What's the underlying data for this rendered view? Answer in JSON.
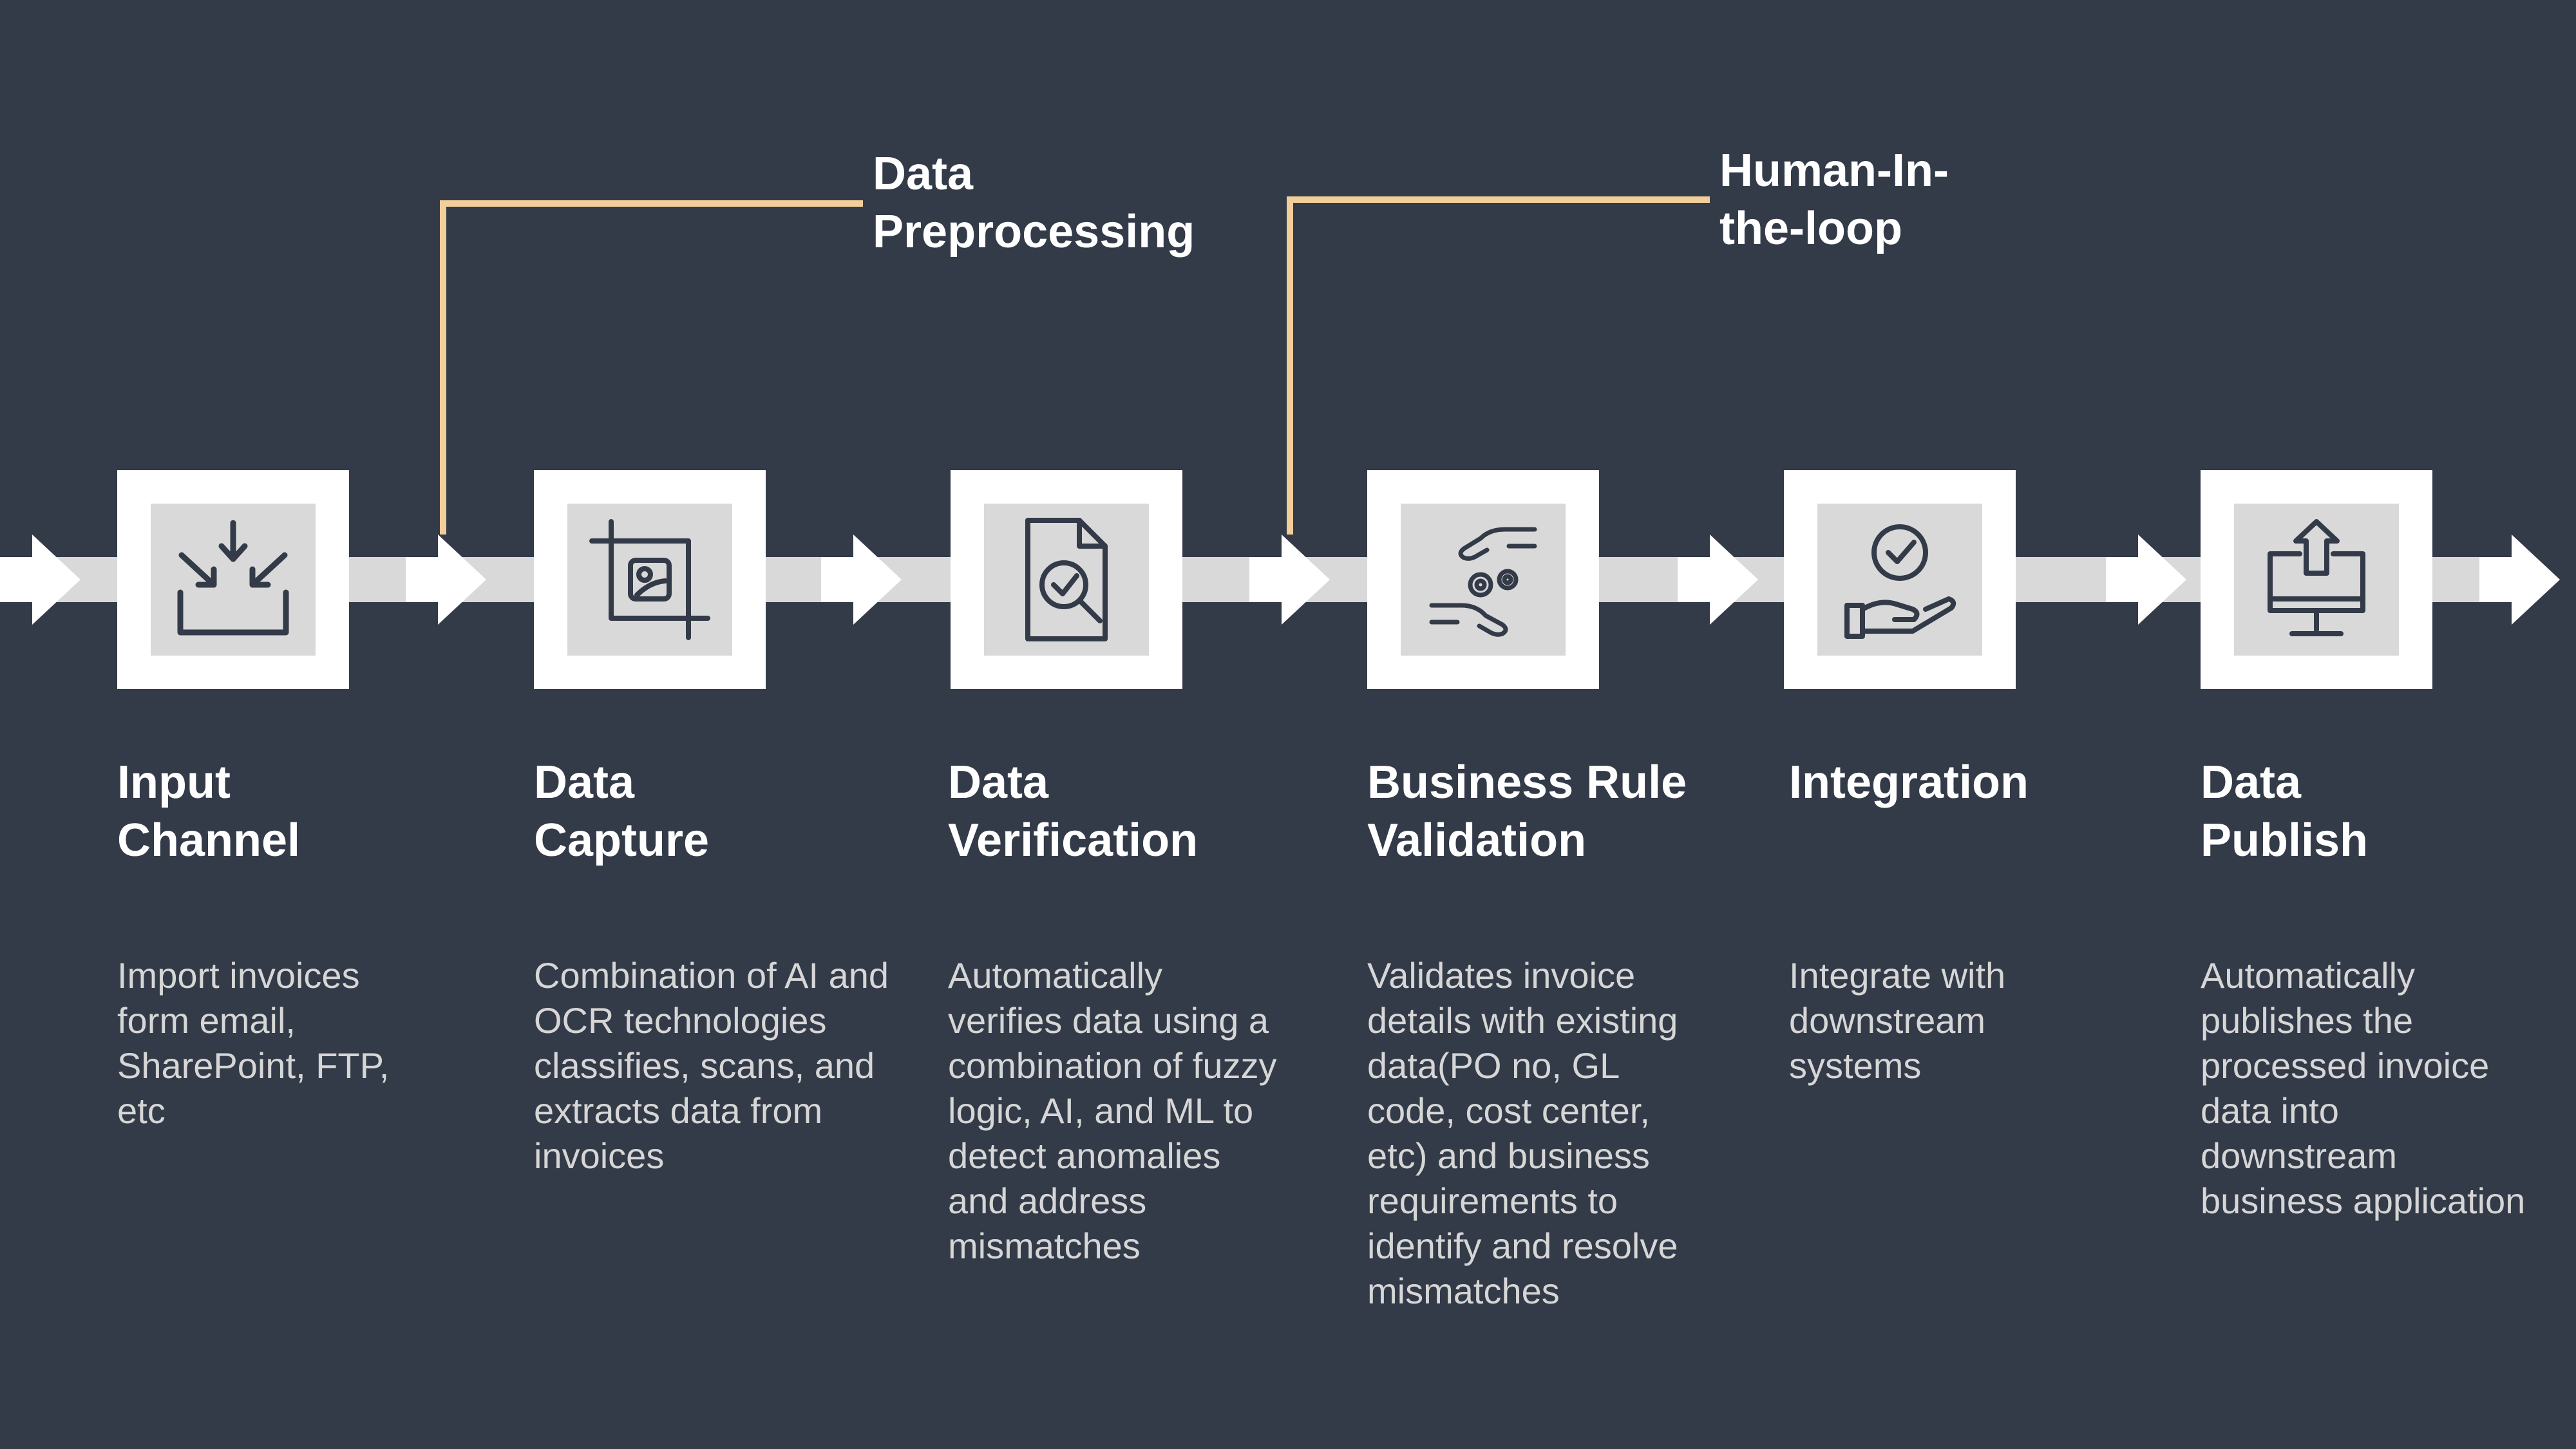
{
  "colors": {
    "background": "#333a48",
    "track": "#d9d9d9",
    "arrow": "#ffffff",
    "box_outer": "#ffffff",
    "box_inner": "#d9d9d9",
    "icon": "#333a48",
    "callout_line": "#f2cf9a"
  },
  "callouts": [
    {
      "label": "Data\nPreprocessing"
    },
    {
      "label": "Human-In-\nthe-loop"
    }
  ],
  "steps": [
    {
      "title": "Input\nChannel",
      "icon": "import-icon",
      "description": "Import invoices form email, SharePoint, FTP, etc"
    },
    {
      "title": "Data\nCapture",
      "icon": "crop-scan-icon",
      "description": "Combination of AI and OCR technologies classifies, scans, and extracts data from invoices"
    },
    {
      "title": "Data\nVerification",
      "icon": "document-search-icon",
      "description": "Automatically verifies data using a combination of fuzzy logic, AI, and ML to detect anomalies and address mismatches"
    },
    {
      "title": "Business Rule\nValidation",
      "icon": "hands-gears-icon",
      "description": "Validates invoice details with existing data(PO no, GL code, cost center, etc) and business requirements to identify and resolve mismatches"
    },
    {
      "title": "Integration",
      "icon": "hand-check-icon",
      "description": "Integrate with downstream systems"
    },
    {
      "title": "Data\nPublish",
      "icon": "monitor-upload-icon",
      "description": "Automatically publishes the processed invoice data into downstream business application"
    }
  ]
}
